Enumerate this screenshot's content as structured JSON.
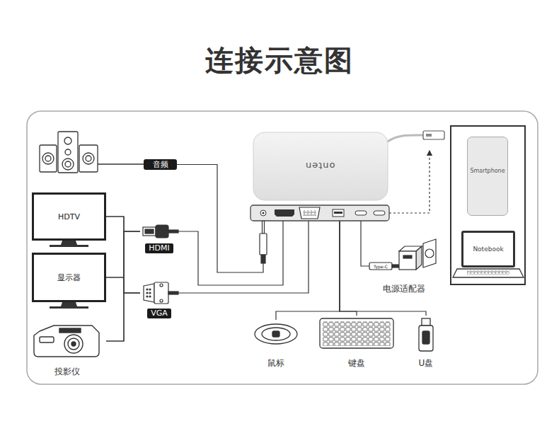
{
  "diagram": {
    "title": "连接示意图",
    "nodes": [
      {
        "text": [
          "onten"
        ]
      },
      {
        "text": [
          "音频"
        ]
      },
      {
        "text": [
          "HDTV"
        ]
      },
      {
        "text": [
          "HDMI"
        ]
      },
      {
        "text": [
          "显示器"
        ]
      },
      {
        "text": [
          "VGA"
        ]
      },
      {
        "text": [
          "投影仪"
        ]
      },
      {
        "text": [
          "Smartphone"
        ]
      },
      {
        "text": [
          "Notebook"
        ]
      },
      {
        "text": [
          "电源适配器"
        ]
      },
      {
        "text": [
          "鼠标"
        ]
      },
      {
        "text": [
          "键盘"
        ]
      },
      {
        "text": [
          "U盘"
        ]
      }
    ],
    "edges": [
      {
        "from": 1,
        "to": 0,
        "arrow": "none"
      },
      {
        "from": 3,
        "to": 0,
        "arrow": "none"
      },
      {
        "from": 5,
        "to": 0,
        "arrow": "none"
      },
      {
        "from": 2,
        "to": 3,
        "arrow": "none"
      },
      {
        "from": 2,
        "to": 5,
        "arrow": "none"
      },
      {
        "from": 4,
        "to": 3,
        "arrow": "none"
      },
      {
        "from": 4,
        "to": 5,
        "arrow": "none"
      },
      {
        "from": 6,
        "to": 3,
        "arrow": "none"
      },
      {
        "from": 6,
        "to": 5,
        "arrow": "none"
      },
      {
        "from": 0,
        "to": 9,
        "arrow": "none"
      },
      {
        "from": 0,
        "to": 10,
        "arrow": "none"
      },
      {
        "from": 0,
        "to": 11,
        "arrow": "none"
      },
      {
        "from": 0,
        "to": 12,
        "arrow": "none"
      }
    ],
    "labels": [
      "Type-C"
    ]
  }
}
